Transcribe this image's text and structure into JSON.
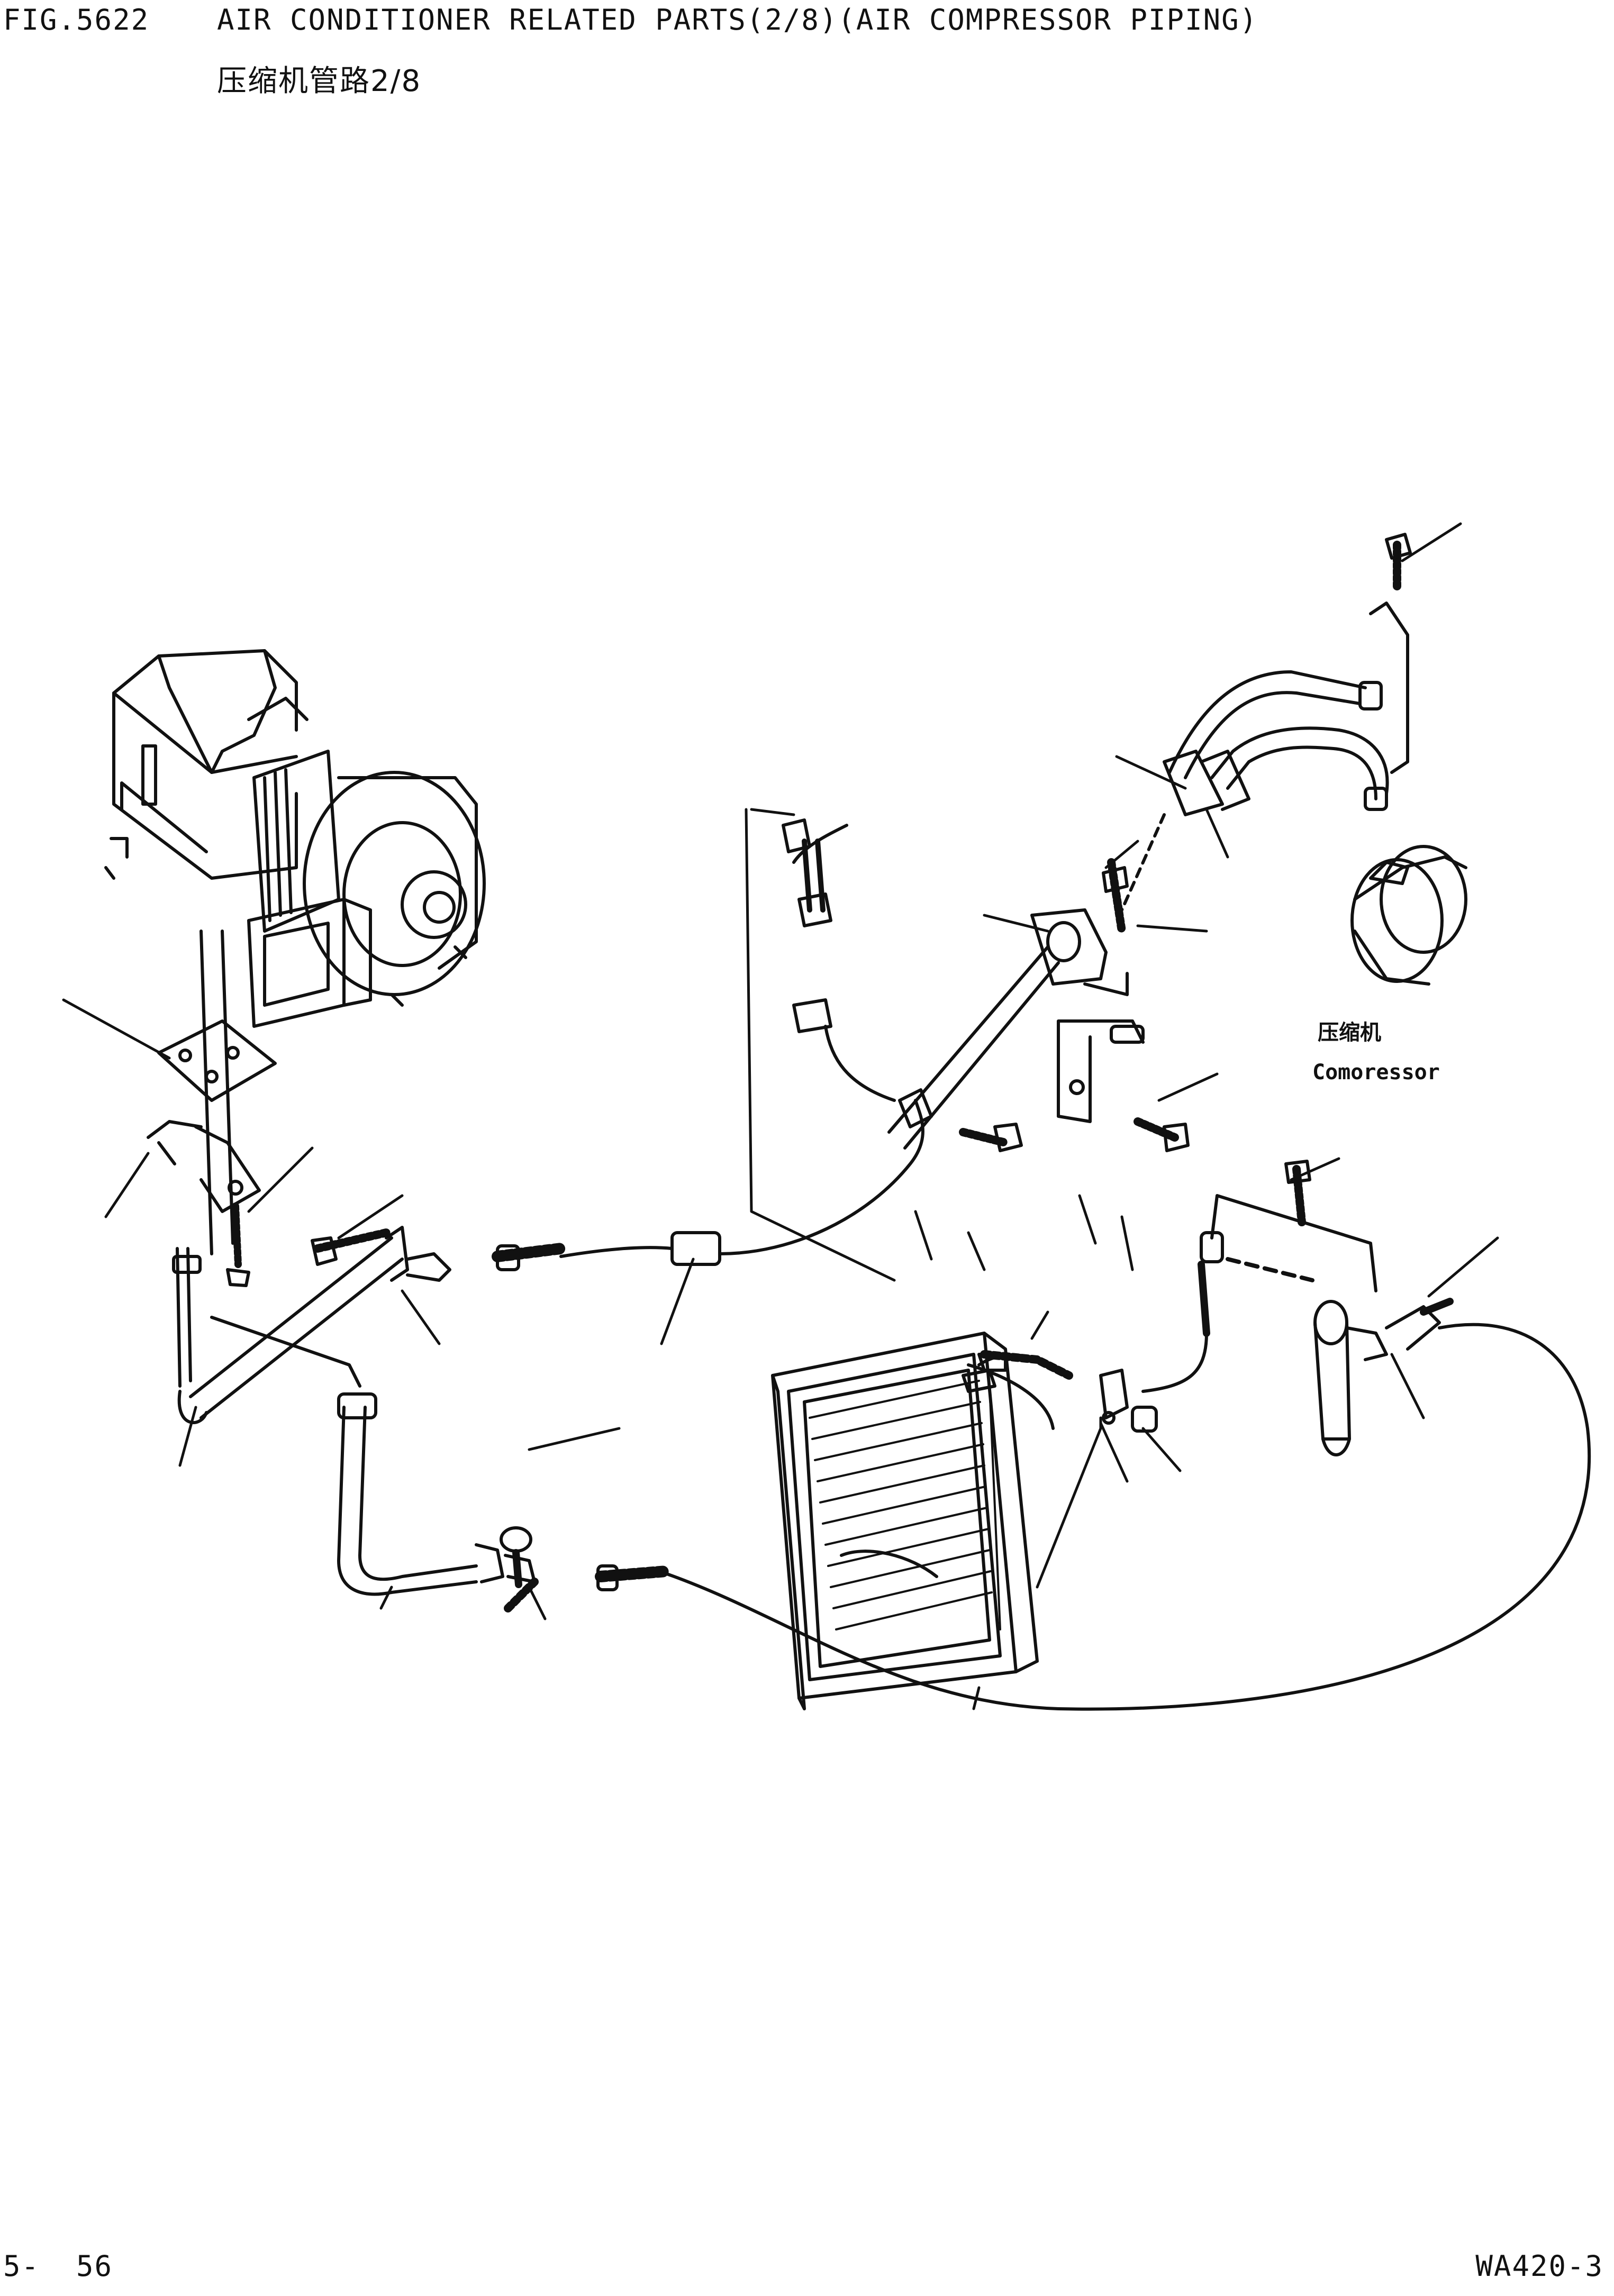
{
  "header": {
    "fig_no": "FIG.5622",
    "title": "AIR CONDITIONER RELATED PARTS(2/8)(AIR COMPRESSOR PIPING)",
    "subtitle": "压缩机管路2/8"
  },
  "diagram": {
    "compressor_label_cn": "压缩机",
    "compressor_label_en": "Comoressor"
  },
  "footer": {
    "page_no": "5-  56",
    "model": "WA420-3"
  },
  "colors": {
    "ink": "#111111",
    "background": "#ffffff"
  }
}
